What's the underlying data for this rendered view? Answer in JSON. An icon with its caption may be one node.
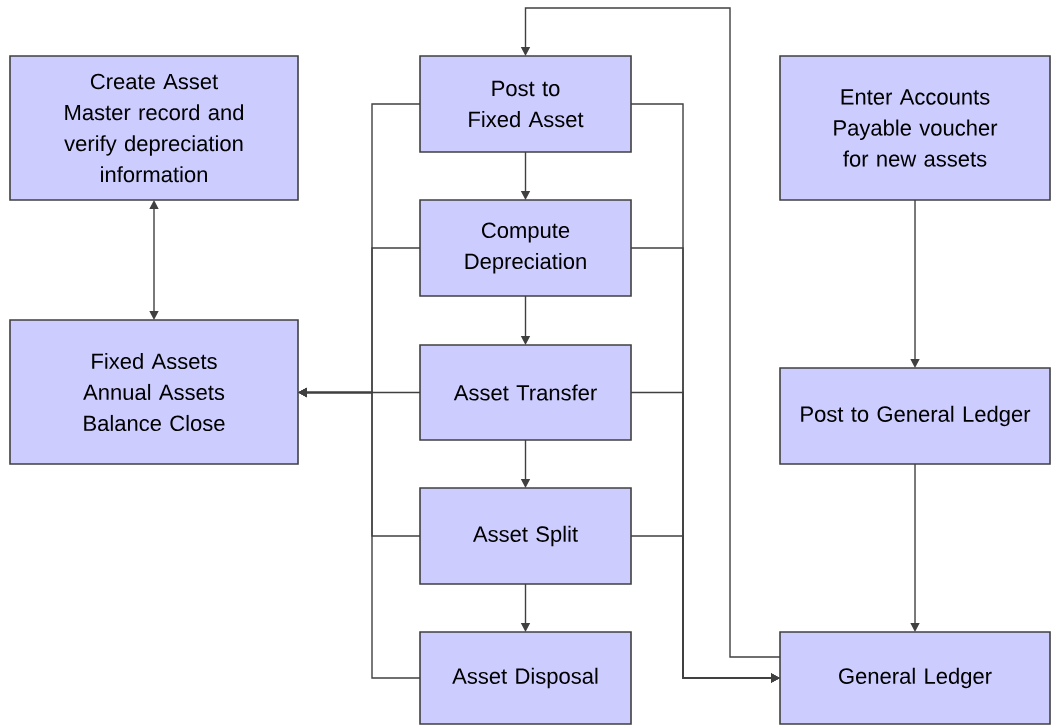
{
  "diagram": {
    "nodes": [
      {
        "text": [
          "Create Asset Master record and verify depreciation information"
        ]
      },
      {
        "text": [
          "Post to Fixed Asset"
        ]
      },
      {
        "text": [
          "Enter Accounts Payable voucher for new assets"
        ]
      },
      {
        "text": [
          "Compute Depreciation"
        ]
      },
      {
        "text": [
          "Fixed Assets Annual Assets Balance Close"
        ]
      },
      {
        "text": [
          "Asset Transfer"
        ]
      },
      {
        "text": [
          "Post to General Ledger"
        ]
      },
      {
        "text": [
          "Asset Split"
        ]
      },
      {
        "text": [
          "Asset Disposal"
        ]
      },
      {
        "text": [
          "General Ledger"
        ]
      }
    ],
    "edges": [
      {
        "from": 0,
        "to": 4,
        "arrow": "both"
      },
      {
        "from": 1,
        "to": 3,
        "arrow": "to"
      },
      {
        "from": 3,
        "to": 5,
        "arrow": "to"
      },
      {
        "from": 5,
        "to": 7,
        "arrow": "to"
      },
      {
        "from": 7,
        "to": 8,
        "arrow": "to"
      },
      {
        "from": 2,
        "to": 6,
        "arrow": "to"
      },
      {
        "from": 6,
        "to": 9,
        "arrow": "to"
      },
      {
        "from": 1,
        "to": 4,
        "arrow": "to"
      },
      {
        "from": 3,
        "to": 4,
        "arrow": "to"
      },
      {
        "from": 5,
        "to": 4,
        "arrow": "to"
      },
      {
        "from": 7,
        "to": 4,
        "arrow": "to"
      },
      {
        "from": 8,
        "to": 4,
        "arrow": "to"
      },
      {
        "from": 1,
        "to": 9,
        "arrow": "to"
      },
      {
        "from": 3,
        "to": 9,
        "arrow": "to"
      },
      {
        "from": 5,
        "to": 9,
        "arrow": "to"
      },
      {
        "from": 7,
        "to": 9,
        "arrow": "to"
      },
      {
        "from": 9,
        "to": 1,
        "arrow": "to"
      }
    ]
  }
}
